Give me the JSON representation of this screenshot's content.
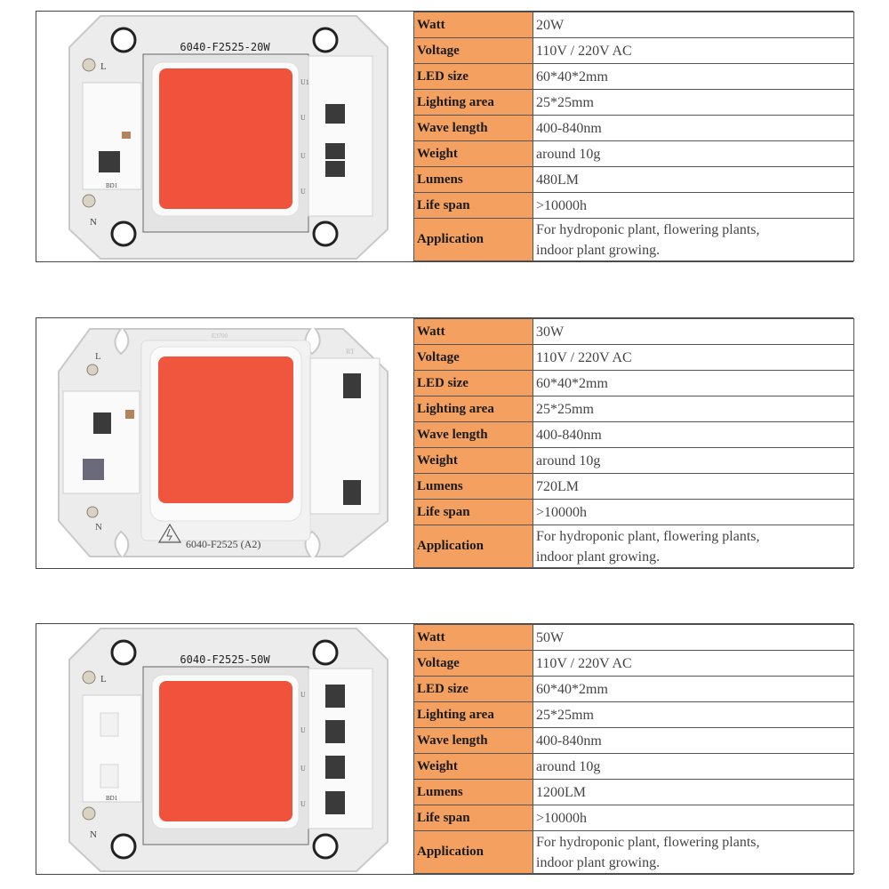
{
  "colors": {
    "key_bg": "#f3a060",
    "led_red": "#f0523c",
    "board_white": "#eeeeee"
  },
  "panels": [
    {
      "board_label": "6040-F2525-20W",
      "board_marks": {
        "left_top": "L",
        "left_bottom": "N",
        "component": "BD1",
        "right_marks": [
          "U1",
          "U",
          "U",
          "U"
        ]
      },
      "specs": [
        {
          "key": "Watt",
          "value": "20W"
        },
        {
          "key": "Voltage",
          "value": "110V / 220V AC"
        },
        {
          "key": "LED size",
          "value": "60*40*2mm"
        },
        {
          "key": "Lighting area",
          "value": "25*25mm"
        },
        {
          "key": "Wave length",
          "value": "400-840nm"
        },
        {
          "key": "Weight",
          "value": "around 10g"
        },
        {
          "key": "Lumens",
          "value": "480LM"
        },
        {
          "key": "Life span",
          "value": ">10000h"
        }
      ],
      "application": {
        "key": "Application",
        "line1": "For hydroponic plant, flowering plants,",
        "line2": "indoor plant growing."
      }
    },
    {
      "board_label": "6040-F2525 (A2)",
      "board_marks": {
        "left_top": "L",
        "left_bottom": "N",
        "top_mark": "E3700",
        "right_mark": "RT"
      },
      "specs": [
        {
          "key": "Watt",
          "value": "30W"
        },
        {
          "key": "Voltage",
          "value": "110V / 220V AC"
        },
        {
          "key": "LED size",
          "value": "60*40*2mm"
        },
        {
          "key": "Lighting area",
          "value": "25*25mm"
        },
        {
          "key": "Wave length",
          "value": "400-840nm"
        },
        {
          "key": "Weight",
          "value": "around 10g"
        },
        {
          "key": "Lumens",
          "value": "720LM"
        },
        {
          "key": "Life span",
          "value": ">10000h"
        }
      ],
      "application": {
        "key": "Application",
        "line1": "For hydroponic plant, flowering plants,",
        "line2": "indoor plant growing."
      }
    },
    {
      "board_label": "6040-F2525-50W",
      "board_marks": {
        "left_top": "L",
        "left_bottom": "N",
        "component": "BD1",
        "right_marks": [
          "U",
          "U",
          "U",
          "U"
        ]
      },
      "specs": [
        {
          "key": "Watt",
          "value": "50W"
        },
        {
          "key": "Voltage",
          "value": "110V / 220V AC"
        },
        {
          "key": "LED size",
          "value": "60*40*2mm"
        },
        {
          "key": "Lighting area",
          "value": "25*25mm"
        },
        {
          "key": "Wave length",
          "value": "400-840nm"
        },
        {
          "key": "Weight",
          "value": "around 10g"
        },
        {
          "key": "Lumens",
          "value": "1200LM"
        },
        {
          "key": "Life span",
          "value": ">10000h"
        }
      ],
      "application": {
        "key": "Application",
        "line1": "For hydroponic plant, flowering plants,",
        "line2": "indoor plant growing."
      }
    }
  ]
}
